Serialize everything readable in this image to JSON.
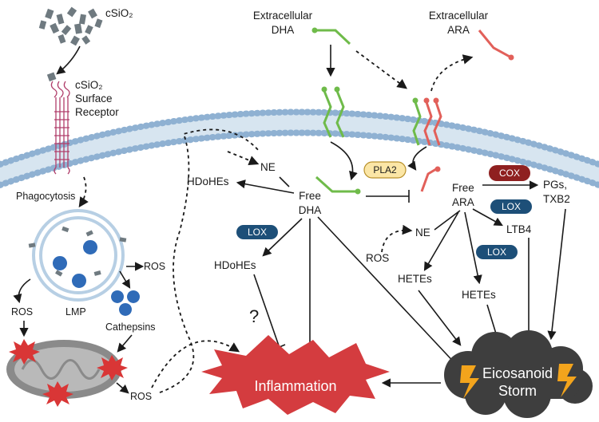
{
  "colors": {
    "membrane": "#b7cfe4",
    "membrane_dot": "#8fb1d2",
    "dha": "#6fbb4a",
    "ara": "#e2605a",
    "lox": "#1d4f78",
    "cox": "#8f2020",
    "pla2_fill": "#fbe6a6",
    "pla2_stroke": "#b9912b",
    "inflammation": "#d43c3f",
    "storm_cloud": "#3e3e3e",
    "lightning": "#f3a41c",
    "cathepsin": "#2f6bb8",
    "mito": "#8a8a8a",
    "mito_damage": "#d93636",
    "silica": "#6f7a80",
    "receptor": "#b03d6a"
  },
  "labels": {
    "csio2": "cSiO₂",
    "receptor_line1": "cSiO₂",
    "receptor_line2": "Surface",
    "receptor_line3": "Receptor",
    "extracellular_dha_1": "Extracellular",
    "extracellular_dha_2": "DHA",
    "extracellular_ara_1": "Extracellular",
    "extracellular_ara_2": "ARA",
    "phagocytosis": "Phagocytosis",
    "ros_lysosome": "ROS",
    "ros_left": "ROS",
    "lmp": "LMP",
    "cathepsins": "Cathepsins",
    "ros_mito": "ROS",
    "hdohes_top": "HDoHEs",
    "ne_top": "NE",
    "free_dha_1": "Free",
    "free_dha_2": "DHA",
    "pla2": "PLA2",
    "lox_dha": "LOX",
    "hdohes_lower": "HDoHEs",
    "question": "?",
    "inflammation": "Inflammation",
    "free_ara_1": "Free",
    "free_ara_2": "ARA",
    "cox": "COX",
    "pgs_1": "PGs,",
    "pgs_2": "TXB2",
    "lox_ara_top": "LOX",
    "ltb4": "LTB4",
    "lox_ara_mid": "LOX",
    "ne_right": "NE",
    "ros_right": "ROS",
    "hetes_left": "HETEs",
    "hetes_right": "HETEs",
    "storm_1": "Eicosanoid",
    "storm_2": "Storm"
  }
}
